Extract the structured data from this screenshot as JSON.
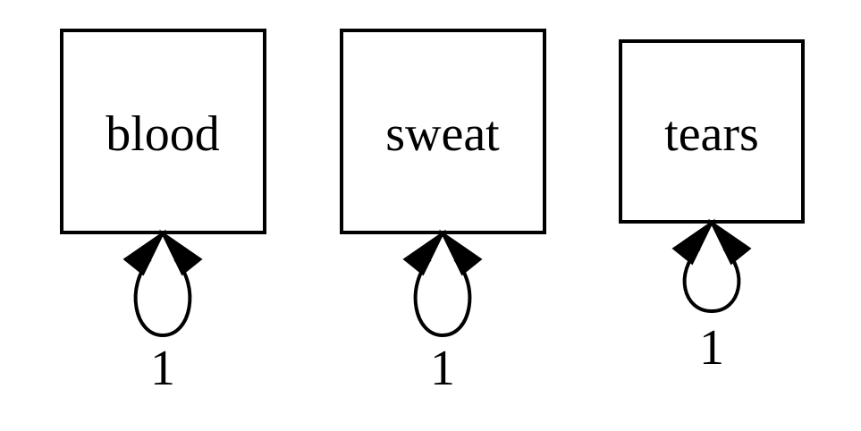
{
  "diagram": {
    "nodes": [
      {
        "id": "blood",
        "label": "blood",
        "self_loop_label": "1"
      },
      {
        "id": "sweat",
        "label": "sweat",
        "self_loop_label": "1"
      },
      {
        "id": "tears",
        "label": "tears",
        "self_loop_label": "1"
      }
    ]
  }
}
